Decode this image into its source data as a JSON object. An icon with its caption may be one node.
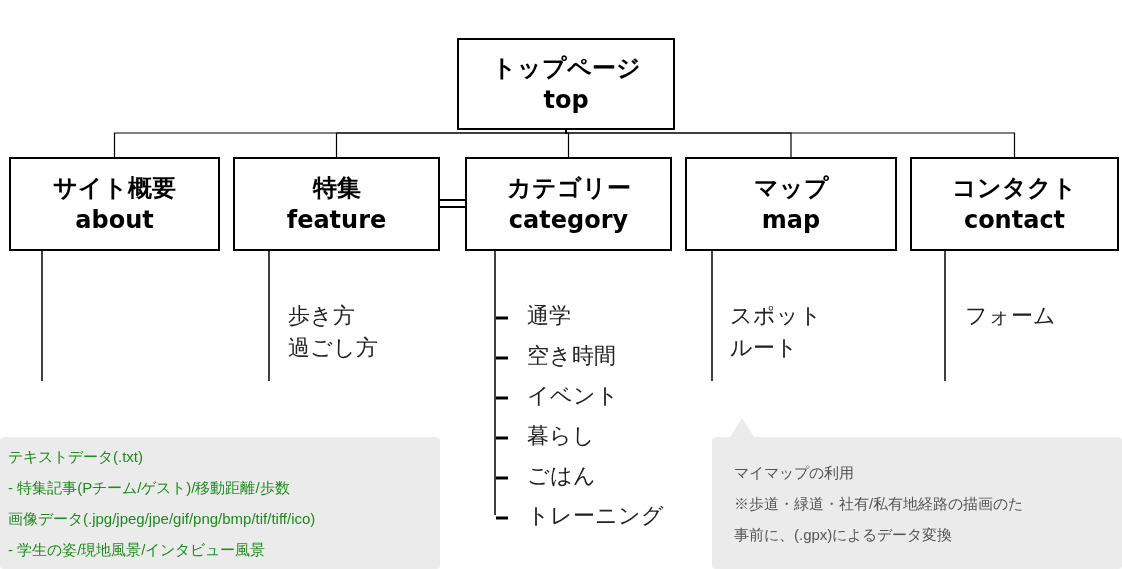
{
  "diagram": {
    "nodes": [
      {
        "text": [
          "トップページ",
          "top"
        ]
      },
      {
        "text": [
          "サイト概要",
          "about"
        ]
      },
      {
        "text": [
          "特集",
          "feature"
        ]
      },
      {
        "text": [
          "カテゴリー",
          "category"
        ]
      },
      {
        "text": [
          "マップ",
          "map"
        ]
      },
      {
        "text": [
          "コンタクト",
          "contact"
        ]
      },
      {
        "text": [
          "テキストデータ(.txt)",
          "- 特集記事(Pチーム/ゲスト)/移動距離/歩数",
          "画像データ(.jpg/jpeg/jpe/gif/png/bmp/tif/tiff/ico)",
          "- 学生の姿/現地風景/インタビュー風景"
        ]
      },
      {
        "text": [
          "マイマップの利用",
          "※歩道・緑道・社有/私有地経路の描画のた",
          "事前に、(.gpx)によるデータ変換"
        ]
      }
    ],
    "edges": [
      {
        "from": 0,
        "to": 1,
        "arrow": "none"
      },
      {
        "from": 0,
        "to": 2,
        "arrow": "none"
      },
      {
        "from": 0,
        "to": 3,
        "arrow": "none"
      },
      {
        "from": 0,
        "to": 4,
        "arrow": "none"
      },
      {
        "from": 0,
        "to": 5,
        "arrow": "none"
      },
      {
        "from": 2,
        "to": 3,
        "arrow": "none"
      }
    ],
    "labels": [
      "歩き方",
      "過ごし方",
      "通学",
      "空き時間",
      "イベント",
      "暮らし",
      "ごはん",
      "トレーニング",
      "スポット",
      "ルート",
      "フォーム"
    ]
  }
}
